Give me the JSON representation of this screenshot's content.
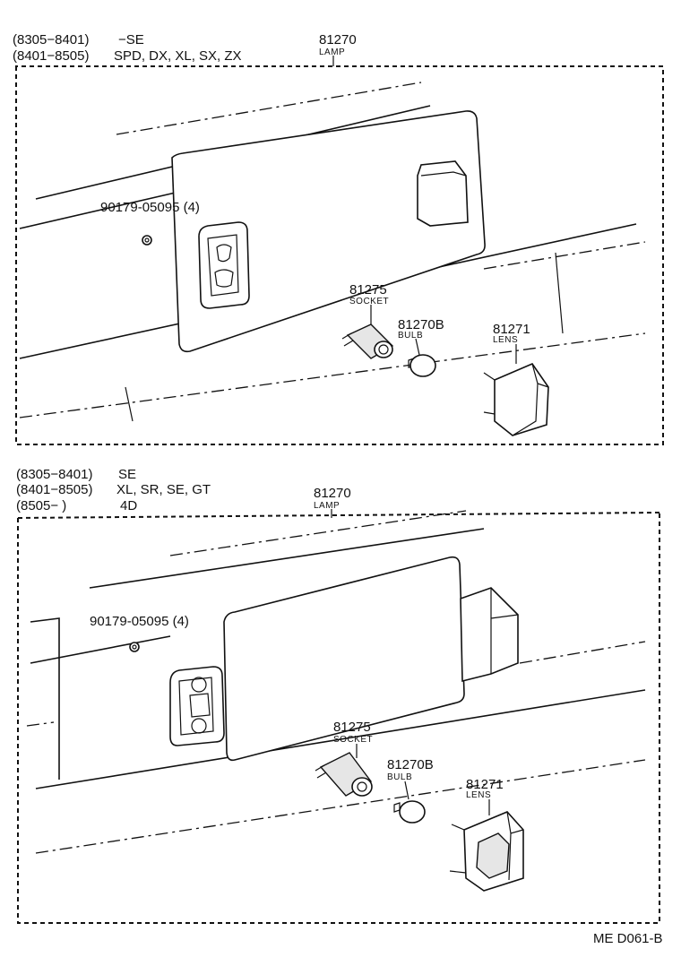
{
  "diagram_id": "ME D061-B",
  "panels": [
    {
      "apps": [
        {
          "range": "(8305−8401)",
          "models": "−SE"
        },
        {
          "range": "(8401−8505)",
          "models": "SPD, DX, XL, SX, ZX"
        }
      ],
      "assembly": {
        "number": "81270",
        "name": "LAMP"
      },
      "screw": "90179-05095 (4)",
      "socket": {
        "number": "81275",
        "name": "SOCKET"
      },
      "bulb": {
        "number": "81270B",
        "name": "BULB"
      },
      "lens": {
        "number": "81271",
        "name": "LENS"
      }
    },
    {
      "apps": [
        {
          "range": "(8305−8401)",
          "models": "SE"
        },
        {
          "range": "(8401−8505)",
          "models": "XL, SR, SE, GT"
        },
        {
          "range": "(8505−          )",
          "models": "4D"
        }
      ],
      "assembly": {
        "number": "81270",
        "name": "LAMP"
      },
      "screw": "90179-05095 (4)",
      "socket": {
        "number": "81275",
        "name": "SOCKET"
      },
      "bulb": {
        "number": "81270B",
        "name": "BULB"
      },
      "lens": {
        "number": "81271",
        "name": "LENS"
      }
    }
  ]
}
